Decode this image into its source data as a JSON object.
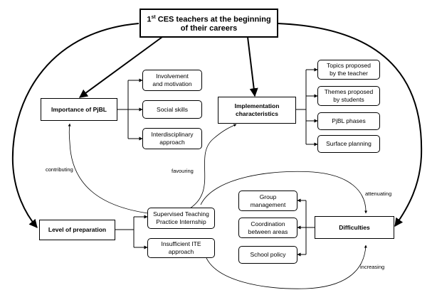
{
  "title": {
    "sup": "st",
    "line1_rest": " CES teachers at the beginning",
    "prefix": "1",
    "line2": "of their careers"
  },
  "nodes": {
    "importance": "Importance of PjBL",
    "implementation": "Implementation\ncharacteristics",
    "preparation": "Level of preparation",
    "difficulties": "Difficulties",
    "involvement": "Involvement\nand motivation",
    "social": "Social skills",
    "interdisciplinary": "Interdisciplinary\napproach",
    "topics": "Topics proposed\nby the teacher",
    "themes": "Themes proposed\nby students",
    "phases": "PjBL phases",
    "surface": "Surface planning",
    "supervised": "Supervised Teaching\nPractice Internship",
    "insufficient": "Insufficient ITE\napproach",
    "group": "Group\nmanagement",
    "coordination": "Coordination\nbetween areas",
    "school": "School policy"
  },
  "labels": {
    "contributing": "contributing",
    "favouring": "favouring",
    "attenuating": "attenuating",
    "increasing": "increasing"
  }
}
